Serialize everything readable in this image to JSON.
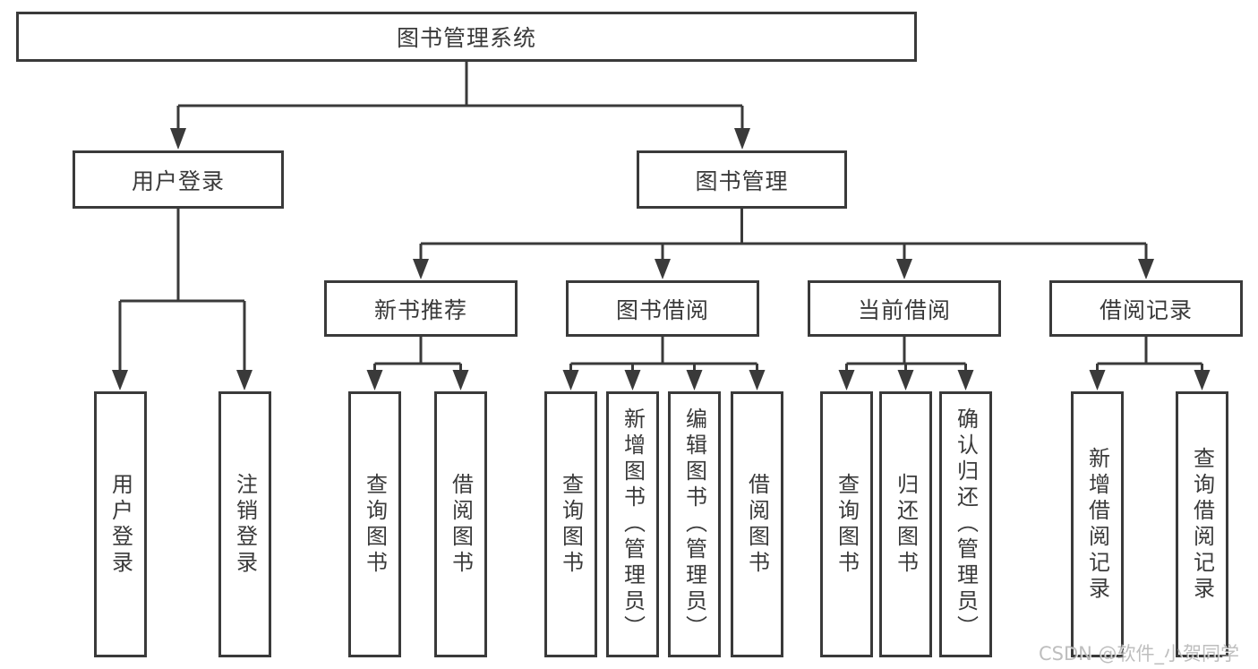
{
  "root": {
    "label": "图书管理系统"
  },
  "level2": [
    {
      "label": "用户登录"
    },
    {
      "label": "图书管理"
    }
  ],
  "level3": [
    {
      "label": "新书推荐"
    },
    {
      "label": "图书借阅"
    },
    {
      "label": "当前借阅"
    },
    {
      "label": "借阅记录"
    }
  ],
  "leaves": {
    "login": [
      "用户登录",
      "注销登录"
    ],
    "recommend": [
      "查询图书",
      "借阅图书"
    ],
    "borrow": [
      "查询图书",
      "新增图书（管理员）",
      "编辑图书（管理员）",
      "借阅图书"
    ],
    "current": [
      "查询图书",
      "归还图书",
      "确认归还（管理员）"
    ],
    "records": [
      "新增借阅记录",
      "查询借阅记录"
    ]
  },
  "watermark": "CSDN @软件_小贺同学",
  "colors": {
    "line": "#3a3a3a",
    "box_border": "#3a3a3a",
    "box_fill": "#ffffff",
    "text": "#3a3a3a",
    "watermark": "#969696"
  }
}
